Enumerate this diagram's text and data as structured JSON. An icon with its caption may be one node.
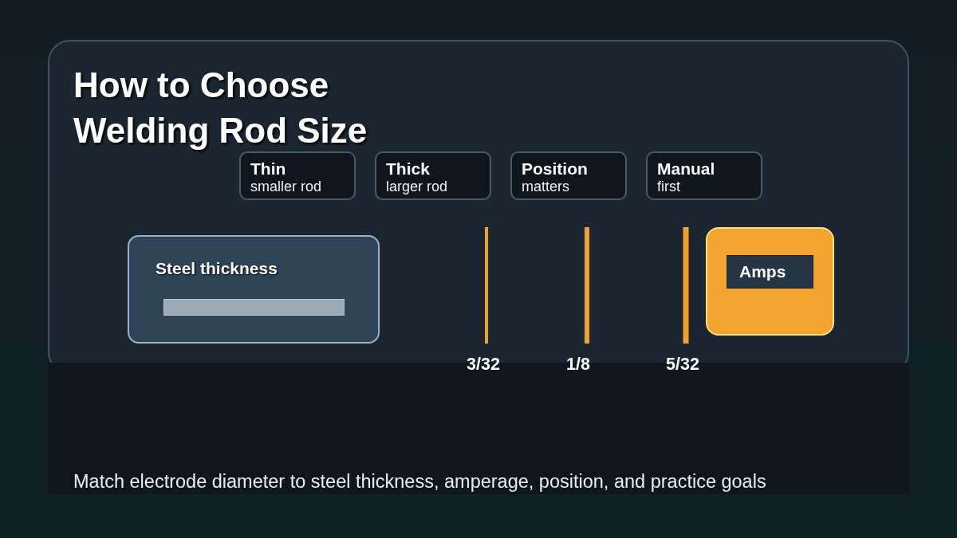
{
  "diagram": {
    "title": "How to Choose Welding Rod Size",
    "caption": "Match electrode diameter to steel thickness, amperage, position, and practice goals",
    "nodes": [
      {
        "text": [
          "Thin",
          "smaller rod"
        ]
      },
      {
        "text": [
          "Thick",
          "larger rod"
        ]
      },
      {
        "text": [
          "Position",
          "matters"
        ]
      },
      {
        "text": [
          "Manual",
          "first"
        ]
      },
      {
        "text": [
          "Steel thickness"
        ]
      },
      {
        "text": [],
        "shape": "bar",
        "in": 4
      },
      {
        "text": [],
        "shape": "box"
      },
      {
        "text": [
          "Amps"
        ],
        "in": 6
      }
    ],
    "labels": [
      "3/32",
      "1/8",
      "5/32"
    ]
  }
}
